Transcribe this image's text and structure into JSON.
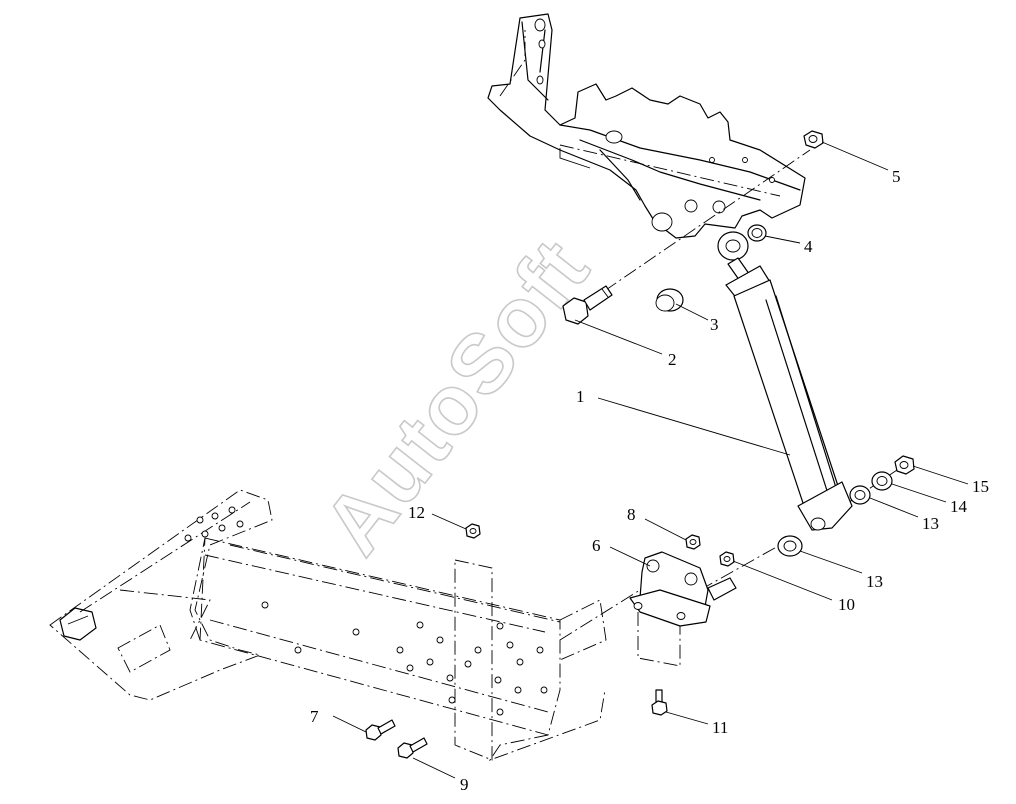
{
  "watermark": "AutoSoft",
  "callouts": [
    {
      "id": "c1",
      "label": "1"
    },
    {
      "id": "c2",
      "label": "2"
    },
    {
      "id": "c3",
      "label": "3"
    },
    {
      "id": "c4",
      "label": "4"
    },
    {
      "id": "c5",
      "label": "5"
    },
    {
      "id": "c6",
      "label": "6"
    },
    {
      "id": "c7",
      "label": "7"
    },
    {
      "id": "c8",
      "label": "8"
    },
    {
      "id": "c9",
      "label": "9"
    },
    {
      "id": "c10",
      "label": "10"
    },
    {
      "id": "c11",
      "label": "11"
    },
    {
      "id": "c12",
      "label": "12"
    },
    {
      "id": "c13a",
      "label": "13"
    },
    {
      "id": "c13b",
      "label": "13"
    },
    {
      "id": "c14",
      "label": "14"
    },
    {
      "id": "c15",
      "label": "15"
    }
  ]
}
